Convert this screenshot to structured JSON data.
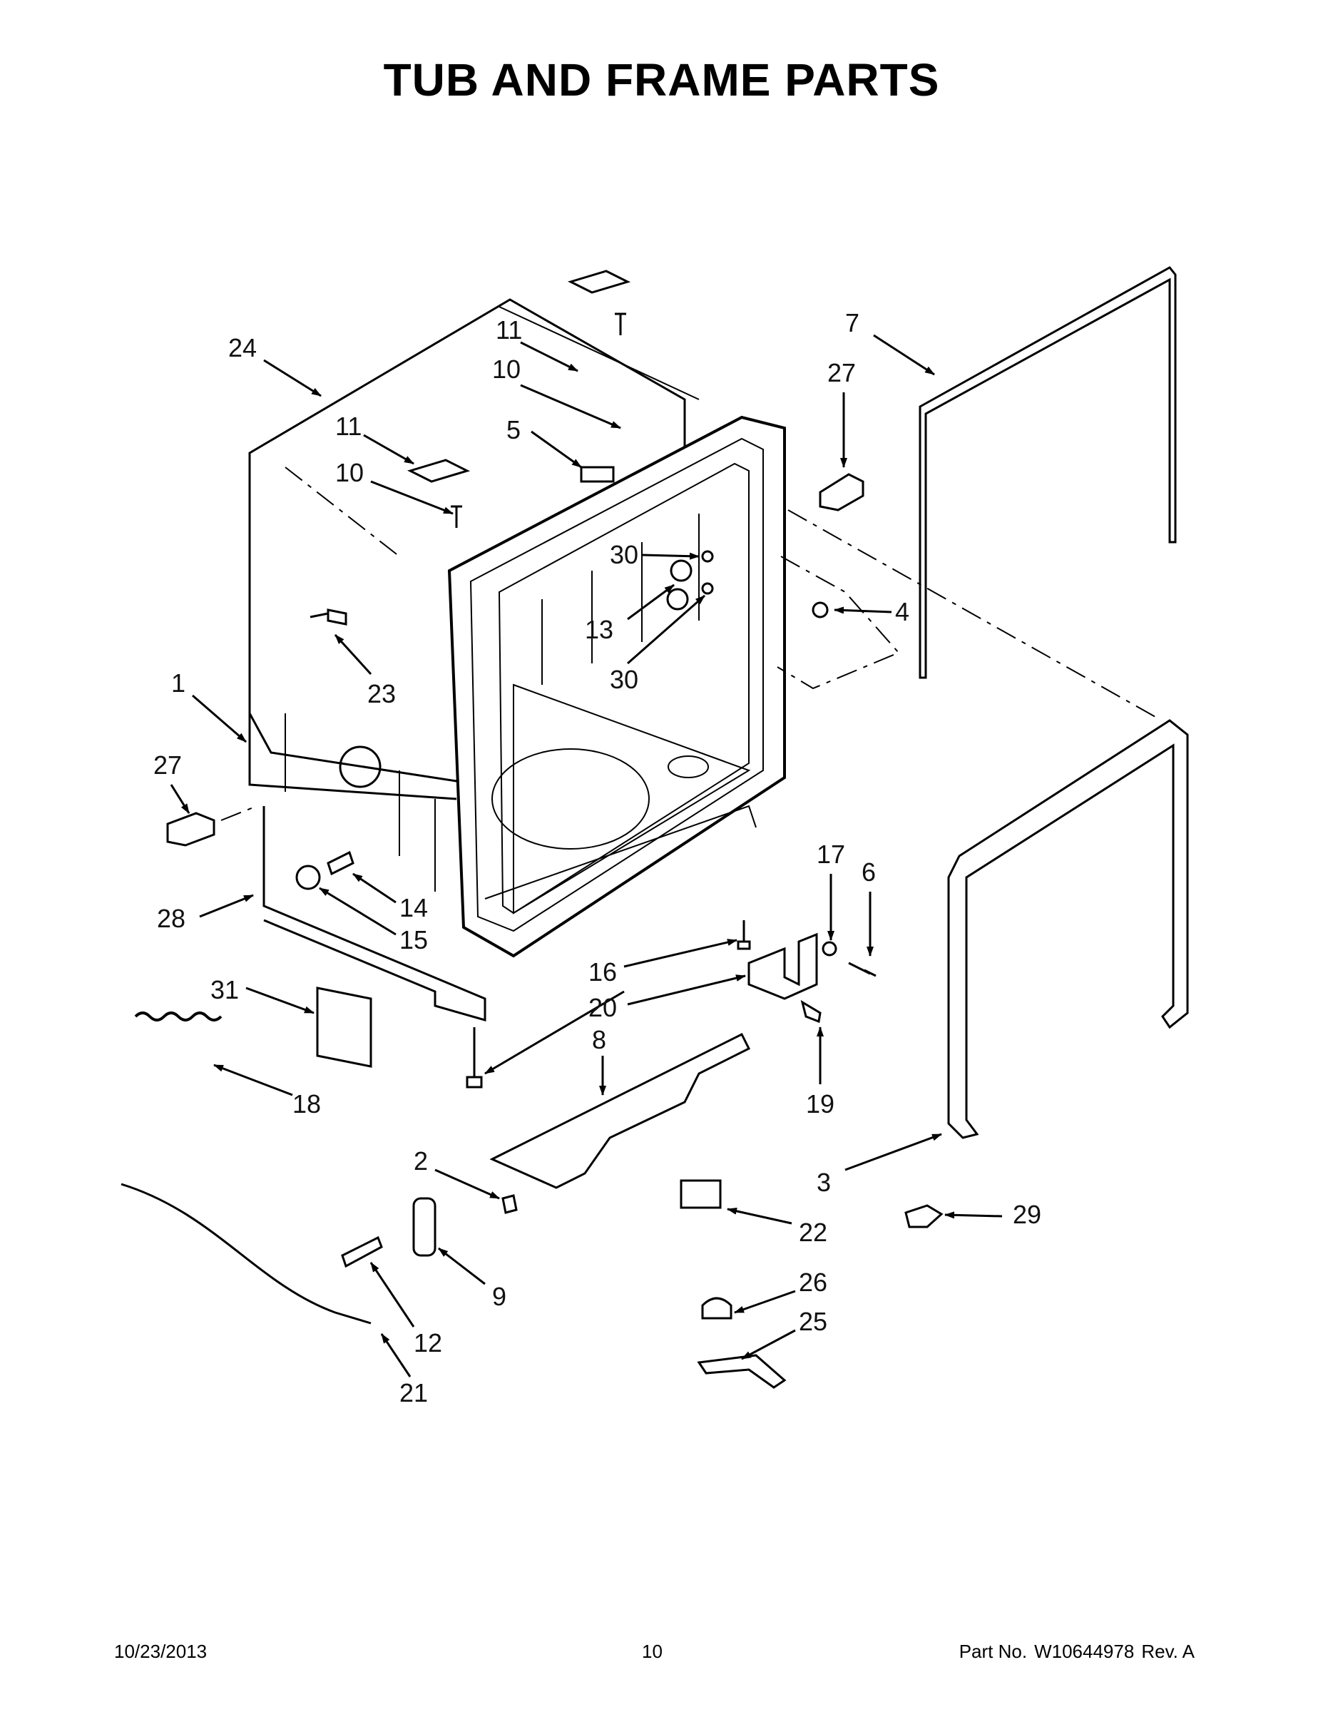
{
  "page": {
    "title": "TUB AND FRAME PARTS"
  },
  "callouts": [
    {
      "id": "c24",
      "label": "24"
    },
    {
      "id": "c11a",
      "label": "11"
    },
    {
      "id": "c10a",
      "label": "10"
    },
    {
      "id": "c5",
      "label": "5"
    },
    {
      "id": "c11b",
      "label": "11"
    },
    {
      "id": "c10b",
      "label": "10"
    },
    {
      "id": "c7",
      "label": "7"
    },
    {
      "id": "c27a",
      "label": "27"
    },
    {
      "id": "c30a",
      "label": "30"
    },
    {
      "id": "c13",
      "label": "13"
    },
    {
      "id": "c30b",
      "label": "30"
    },
    {
      "id": "c4",
      "label": "4"
    },
    {
      "id": "c23",
      "label": "23"
    },
    {
      "id": "c1",
      "label": "1"
    },
    {
      "id": "c27b",
      "label": "27"
    },
    {
      "id": "c28",
      "label": "28"
    },
    {
      "id": "c14",
      "label": "14"
    },
    {
      "id": "c15",
      "label": "15"
    },
    {
      "id": "c17",
      "label": "17"
    },
    {
      "id": "c6",
      "label": "6"
    },
    {
      "id": "c16",
      "label": "16"
    },
    {
      "id": "c20",
      "label": "20"
    },
    {
      "id": "c31",
      "label": "31"
    },
    {
      "id": "c8",
      "label": "8"
    },
    {
      "id": "c19",
      "label": "19"
    },
    {
      "id": "c18",
      "label": "18"
    },
    {
      "id": "c3",
      "label": "3"
    },
    {
      "id": "c2",
      "label": "2"
    },
    {
      "id": "c22",
      "label": "22"
    },
    {
      "id": "c29",
      "label": "29"
    },
    {
      "id": "c9",
      "label": "9"
    },
    {
      "id": "c12",
      "label": "12"
    },
    {
      "id": "c26",
      "label": "26"
    },
    {
      "id": "c25",
      "label": "25"
    },
    {
      "id": "c21",
      "label": "21"
    }
  ],
  "footer": {
    "date": "10/23/2013",
    "page_number": "10",
    "part_label": "Part No.",
    "part_number": "W10644978",
    "revision": "Rev.  A"
  }
}
